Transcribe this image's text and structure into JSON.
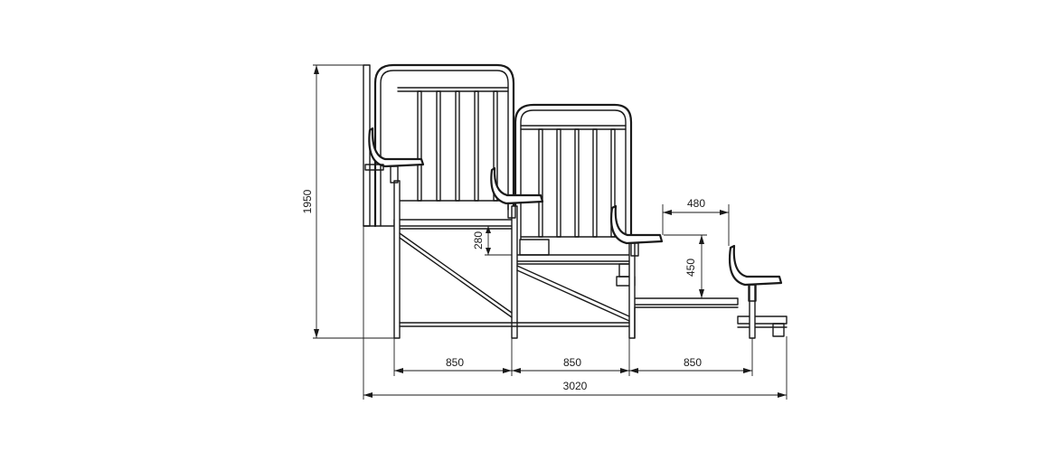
{
  "drawing": {
    "subject": "three-row-grandstand-side-view",
    "units": "mm"
  },
  "dimensions": {
    "total_height": "1950",
    "step_rise": "280",
    "row_depth_1": "850",
    "row_depth_2": "850",
    "row_depth_3": "850",
    "total_length": "3020",
    "seat_offset": "480",
    "seat_height": "450"
  },
  "colors": {
    "line": "#1a1a1a",
    "background": "#ffffff"
  }
}
